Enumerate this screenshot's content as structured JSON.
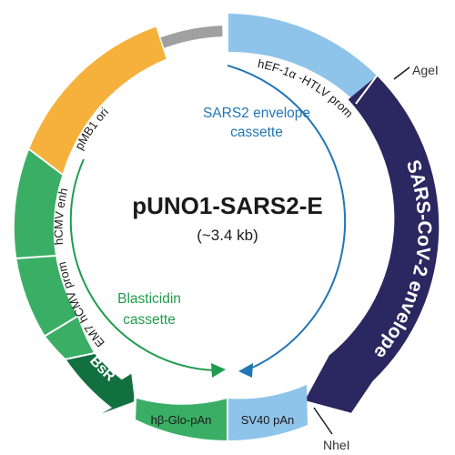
{
  "plasmid": {
    "name": "pUNO1-SARS2-E",
    "size": "(~3.4 kb)"
  },
  "features": [
    {
      "id": "backbone",
      "label": "",
      "color": "#a0a0a0"
    },
    {
      "id": "hef1a",
      "label": "hEF-1α -HTLV prom",
      "color": "#8ec3ea",
      "text_color": "#1a1a1a"
    },
    {
      "id": "sars",
      "label": "SARS-CoV-2 envelope",
      "color": "#2b2760",
      "text_color": "#ffffff"
    },
    {
      "id": "sv40",
      "label": "SV40 pAn",
      "color": "#8ec3ea",
      "text_color": "#1a1a1a"
    },
    {
      "id": "hbglo",
      "label": "hβ-Glo-pAn",
      "color": "#3aae65",
      "text_color": "#1a1a1a"
    },
    {
      "id": "bsr",
      "label": "BsR",
      "color": "#127040",
      "text_color": "#ffffff"
    },
    {
      "id": "em7",
      "label": "EM7",
      "color": "#3aae65",
      "text_color": "#1a1a1a"
    },
    {
      "id": "hcmvprom",
      "label": "hCMV prom",
      "color": "#3aae65",
      "text_color": "#1a1a1a"
    },
    {
      "id": "hcmvenh",
      "label": "hCMV enh",
      "color": "#3aae65",
      "text_color": "#1a1a1a"
    },
    {
      "id": "pmb1",
      "label": "pMB1 ori",
      "color": "#f5b13c",
      "text_color": "#1a1a1a"
    }
  ],
  "sites": [
    {
      "id": "agei",
      "label": "AgeI"
    },
    {
      "id": "nhei",
      "label": "NheI"
    }
  ],
  "cassettes": [
    {
      "id": "sars2-cassette",
      "line1": "SARS2 envelope",
      "line2": "cassette",
      "color": "#2176b5"
    },
    {
      "id": "blast-cassette",
      "line1": "Blasticidin",
      "line2": "cassette",
      "color": "#1f9c4d"
    }
  ]
}
